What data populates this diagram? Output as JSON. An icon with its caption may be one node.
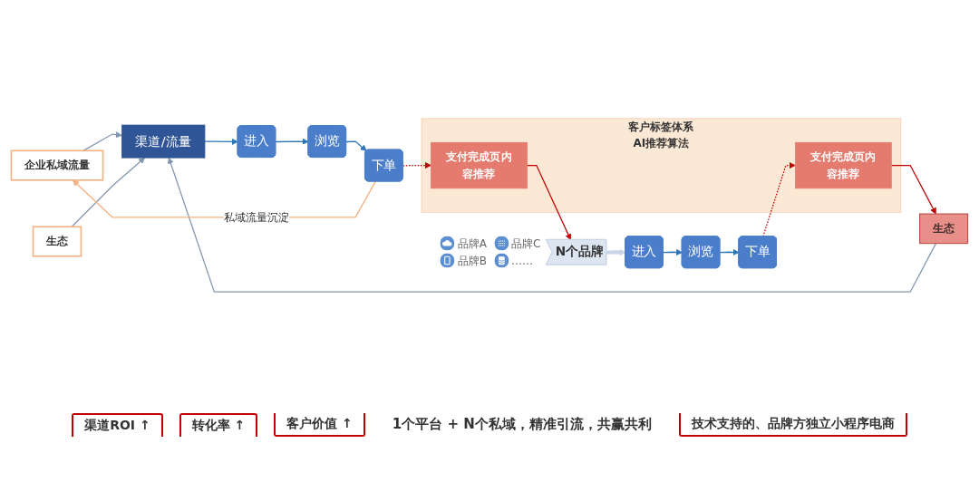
{
  "diagram": {
    "nodes": [
      {
        "text": [
          "企业私域流量"
        ]
      },
      {
        "text": [
          "生态"
        ]
      },
      {
        "text": [
          "生态"
        ]
      },
      {
        "text": [
          "渠道/流量"
        ]
      },
      {
        "text": [
          "进入"
        ]
      },
      {
        "text": [
          "浏览"
        ]
      },
      {
        "text": [
          "下单"
        ]
      },
      {
        "text": [
          "客户标签体系",
          "AI推荐算法"
        ]
      },
      {
        "text": [
          "支付完成页内容推荐"
        ],
        "in": 7
      },
      {
        "text": [
          "N个品牌"
        ],
        "beside": [
          "品牌A",
          "品牌C",
          "品牌B",
          "……"
        ]
      },
      {
        "text": [
          "进入"
        ]
      },
      {
        "text": [
          "浏览"
        ]
      },
      {
        "text": [
          "下单"
        ]
      },
      {
        "text": [
          "支付完成页内容推荐"
        ],
        "in": 7
      }
    ],
    "edges": [
      {
        "from": 0,
        "to": 3,
        "arrow": "to",
        "color": "#8497b0"
      },
      {
        "from": 1,
        "to": 3,
        "arrow": "to",
        "color": "#8497b0"
      },
      {
        "from": 2,
        "to": 3,
        "arrow": "to",
        "color": "#8497b0"
      },
      {
        "from": 3,
        "to": 4,
        "arrow": "to"
      },
      {
        "from": 4,
        "to": 5,
        "arrow": "to"
      },
      {
        "from": 5,
        "to": 6,
        "arrow": "to"
      },
      {
        "from": 6,
        "to": 8,
        "arrow": "to",
        "style": "dashed",
        "color": "#c00000"
      },
      {
        "from": 6,
        "to": 0,
        "arrow": "to",
        "label": "私域流量沉淀",
        "color": "#f4b183"
      },
      {
        "from": 8,
        "to": 9,
        "arrow": "to",
        "color": "#c00000"
      },
      {
        "from": 13,
        "to": 2,
        "arrow": "to",
        "color": "#c00000"
      },
      {
        "from": 9,
        "to": 10,
        "arrow": "to",
        "style": "thick",
        "color": "#c9d4e8"
      },
      {
        "from": 10,
        "to": 11,
        "arrow": "to"
      },
      {
        "from": 11,
        "to": 12,
        "arrow": "to"
      },
      {
        "from": 12,
        "to": 13,
        "arrow": "to",
        "style": "dashed",
        "color": "#c00000"
      }
    ],
    "labels": [
      "渠道ROI ↑",
      "转化率 ↑",
      "客户价值 ↑",
      "1个平台 + N个私域，精准引流，共赢共利",
      "技术支持的、品牌方独立小程序电商"
    ]
  }
}
